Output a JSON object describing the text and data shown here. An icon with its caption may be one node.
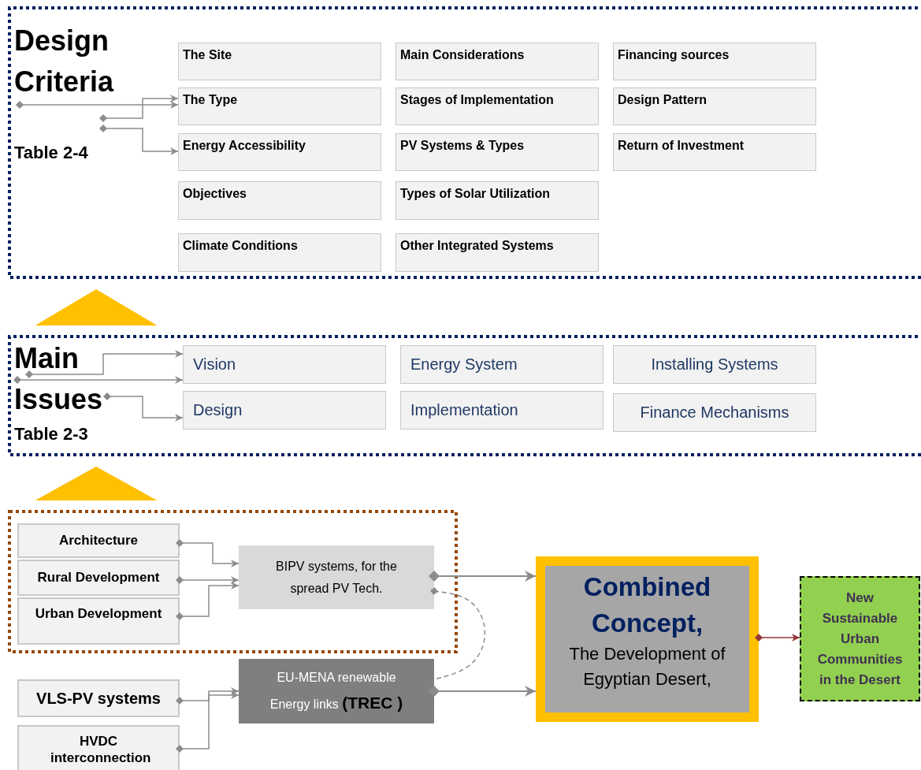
{
  "diagram": {
    "nodes": [
      {
        "text": [
          "Design Criteria",
          "Table 2-4"
        ]
      },
      {
        "text": [
          "The Site"
        ],
        "in": 0
      },
      {
        "text": [
          "Main Considerations"
        ],
        "in": 0
      },
      {
        "text": [
          "Financing sources"
        ],
        "in": 0
      },
      {
        "text": [
          "The Type"
        ],
        "in": 0
      },
      {
        "text": [
          "Stages of Implementation"
        ],
        "in": 0
      },
      {
        "text": [
          "Design Pattern"
        ],
        "in": 0
      },
      {
        "text": [
          "Energy Accessibility"
        ],
        "in": 0
      },
      {
        "text": [
          "PV Systems & Types"
        ],
        "in": 0
      },
      {
        "text": [
          "Return of Investment"
        ],
        "in": 0
      },
      {
        "text": [
          "Objectives"
        ],
        "in": 0
      },
      {
        "text": [
          "Types of Solar Utilization"
        ],
        "in": 0
      },
      {
        "text": [
          "Climate Conditions"
        ],
        "in": 0
      },
      {
        "text": [
          "Other Integrated Systems"
        ],
        "in": 0
      },
      {
        "text": [
          "Main Issues",
          "Table 2-3"
        ]
      },
      {
        "text": [
          "Vision"
        ],
        "in": 14
      },
      {
        "text": [
          "Energy System"
        ],
        "in": 14
      },
      {
        "text": [
          "Installing Systems"
        ],
        "in": 14
      },
      {
        "text": [
          "Design"
        ],
        "in": 14
      },
      {
        "text": [
          "Implementation"
        ],
        "in": 14
      },
      {
        "text": [
          "Finance Mechanisms"
        ],
        "in": 14
      },
      {
        "text": [],
        "shape": "box"
      },
      {
        "text": [
          "Architecture"
        ],
        "in": 21
      },
      {
        "text": [
          "Rural Development"
        ],
        "in": 21
      },
      {
        "text": [
          "Urban Development"
        ],
        "in": 21
      },
      {
        "text": [
          "BIPV systems, for the spread PV Tech."
        ],
        "in": 21
      },
      {
        "text": [
          "VLS-PV systems"
        ]
      },
      {
        "text": [
          "HVDC interconnection"
        ]
      },
      {
        "text": [
          "EU-MENA renewable Energy links **(TREC )**"
        ]
      },
      {
        "text": [
          "Combined Concept,",
          "The Development of Egyptian Desert,"
        ]
      },
      {
        "text": [
          "New Sustainable Urban Communities in the Desert"
        ]
      }
    ],
    "edges": [
      {
        "from": null,
        "to": 4,
        "arrow": "to"
      },
      {
        "from": null,
        "to": 4,
        "arrow": "to"
      },
      {
        "from": null,
        "to": 7,
        "arrow": "to"
      },
      {
        "from": 14,
        "to": 0,
        "arrow": "to",
        "color": "#ffc000"
      },
      {
        "from": null,
        "to": 15,
        "arrow": "to"
      },
      {
        "from": null,
        "to": 15,
        "arrow": "to"
      },
      {
        "from": null,
        "to": 18,
        "arrow": "to"
      },
      {
        "from": 21,
        "to": 14,
        "arrow": "to",
        "color": "#ffc000"
      },
      {
        "from": 22,
        "to": 25,
        "arrow": "to"
      },
      {
        "from": 23,
        "to": 25,
        "arrow": "to"
      },
      {
        "from": 24,
        "to": 25,
        "arrow": "to"
      },
      {
        "from": 26,
        "to": 28,
        "arrow": "to"
      },
      {
        "from": 27,
        "to": 28,
        "arrow": "to"
      },
      {
        "from": 25,
        "to": 29,
        "arrow": "to"
      },
      {
        "from": 28,
        "to": 29,
        "arrow": "to"
      },
      {
        "from": 25,
        "to": 28,
        "arrow": "other",
        "style": "dashed"
      },
      {
        "from": 29,
        "to": 30,
        "arrow": "to",
        "color": "#943634"
      }
    ]
  }
}
